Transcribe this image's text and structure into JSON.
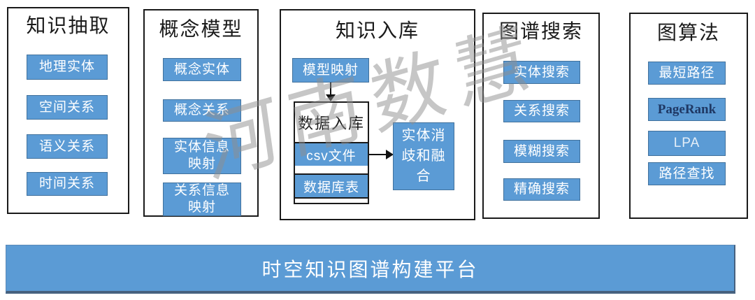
{
  "diagram": {
    "watermark": "河南数慧",
    "platform_bar": "时空知识图谱构建平台",
    "colors": {
      "node_fill": "#5B9BD5",
      "node_border": "#41719C",
      "pagerank_text": "#1F3864",
      "panel_border": "#1a1a1a"
    },
    "columns": [
      {
        "title": "知识抽取",
        "items": [
          {
            "label": "地理实体"
          },
          {
            "label": "空间关系"
          },
          {
            "label": "语义关系"
          },
          {
            "label": "时间关系"
          }
        ]
      },
      {
        "title": "概念模型",
        "items": [
          {
            "label": "概念实体"
          },
          {
            "label": "概念关系"
          },
          {
            "label": "实体信息映射"
          },
          {
            "label": "关系信息映射"
          }
        ]
      },
      {
        "title": "知识入库",
        "model_mapping": "模型映射",
        "ingest_header": "数据入库",
        "csv_file": "csv文件",
        "db_table": "数据库表",
        "fusion": "实体消歧和融合"
      },
      {
        "title": "图谱搜索",
        "items": [
          {
            "label": "实体搜索"
          },
          {
            "label": "关系搜索"
          },
          {
            "label": "模糊搜索"
          },
          {
            "label": "精确搜索"
          }
        ]
      },
      {
        "title": "图算法",
        "items": [
          {
            "label": "最短路径"
          },
          {
            "label": "PageRank"
          },
          {
            "label": "LPA"
          },
          {
            "label": "路径查找"
          }
        ]
      }
    ]
  }
}
